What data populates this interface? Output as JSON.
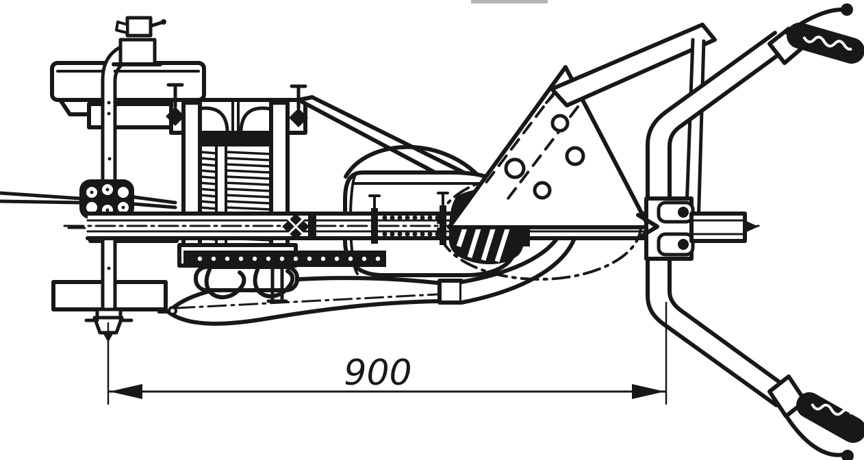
{
  "figure": {
    "kind": "black-and-white technical line drawing",
    "subject": "walk-behind single-axle motor plough, side view",
    "paper_color": "#ffffff",
    "ink_color": "#181818",
    "dimension": {
      "label": "900"
    }
  },
  "parts": [
    "air-filter",
    "carburetor",
    "fuel-tank",
    "mounting-rail",
    "steering-post",
    "six-hole-flange-block",
    "control-rod",
    "axle-sleeve",
    "front-crossbar",
    "adjuster-nut",
    "finned-cylinder-engine",
    "crankcase-flange",
    "exhaust-curls",
    "support-strut",
    "transmission-housing",
    "main-shaft",
    "coil-spring",
    "worm-coupling",
    "phantom-wheel-outline",
    "triangular-gusset-plate",
    "tapered-brace",
    "support-rod",
    "upper-handlebar",
    "lower-handlebar",
    "handle-grips",
    "control-levers",
    "handlebar-clamp",
    "drawbar",
    "plough-beam",
    "beam-collar",
    "dimension-900"
  ]
}
